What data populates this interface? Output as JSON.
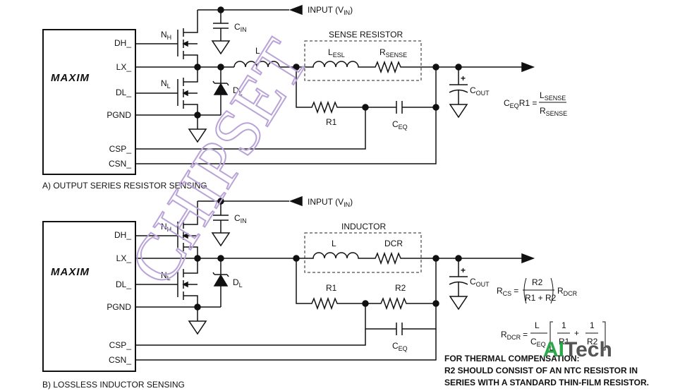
{
  "diagram_a": {
    "chip_logo": "MAXIM",
    "pins": [
      "DH_",
      "LX_",
      "DL_",
      "PGND",
      "CSP_",
      "CSN_"
    ],
    "input_label": "INPUT (V",
    "input_sub": "IN",
    "cin": "C",
    "cin_sub": "IN",
    "nh": "N",
    "nh_sub": "H",
    "nl": "N",
    "nl_sub": "L",
    "dl": "D",
    "dl_sub": "L",
    "l": "L",
    "sense_box_label": "SENSE RESISTOR",
    "lesl": "L",
    "lesl_sub": "ESL",
    "rsense": "R",
    "rsense_sub": "SENSE",
    "r1": "R1",
    "ceq": "C",
    "ceq_sub": "EQ",
    "cout": "C",
    "cout_sub": "OUT",
    "eq_left": "C",
    "eq_left_sub": "EQ",
    "eq_left_tail": "R1 =",
    "eq_num": "L",
    "eq_num_sub": "SENSE",
    "eq_den": "R",
    "eq_den_sub": "SENSE",
    "caption": "A) OUTPUT SERIES RESISTOR SENSING"
  },
  "diagram_b": {
    "chip_logo": "MAXIM",
    "pins": [
      "DH_",
      "LX_",
      "DL_",
      "PGND",
      "CSP_",
      "CSN_"
    ],
    "input_label": "INPUT (V",
    "input_sub": "IN",
    "cin": "C",
    "cin_sub": "IN",
    "nh": "N",
    "nh_sub": "H",
    "nl": "N",
    "nl_sub": "L",
    "dl": "D",
    "dl_sub": "L",
    "inductor_box_label": "INDUCTOR",
    "l": "L",
    "dcr": "DCR",
    "r1": "R1",
    "r2": "R2",
    "ceq": "C",
    "ceq_sub": "EQ",
    "cout": "C",
    "cout_sub": "OUT",
    "rcs_left": "R",
    "rcs_left_sub": "CS",
    "rcs_eq": "=",
    "rcs_num": "R2",
    "rcs_den": "R1 + R2",
    "rcs_right": "R",
    "rcs_right_sub": "DCR",
    "rdcr_left": "R",
    "rdcr_left_sub": "DCR",
    "rdcr_eq": "=",
    "rdcr_num1": "L",
    "rdcr_den1": "C",
    "rdcr_den1_sub": "EQ",
    "rdcr_num2": "1",
    "rdcr_den2": "R1",
    "rdcr_plus": "+",
    "rdcr_num3": "1",
    "rdcr_den3": "R2",
    "note": [
      "FOR THERMAL COMPENSATION:",
      "R2 SHOULD CONSIST OF AN NTC RESISTOR IN",
      "SERIES WITH A STANDARD THIN-FILM RESISTOR."
    ],
    "caption": "B) LOSSLESS INDUCTOR SENSING"
  },
  "watermark": "CHIPSET",
  "brand": {
    "part1": "AI",
    "part2": "Tech"
  }
}
